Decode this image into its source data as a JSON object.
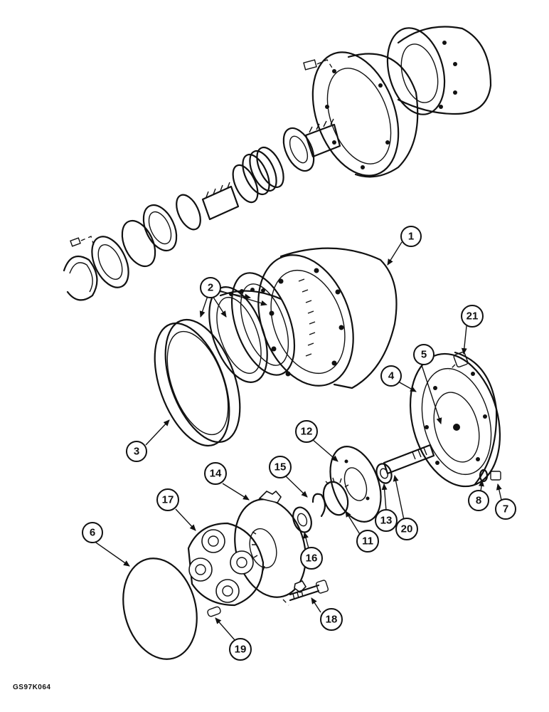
{
  "figure_code": "GS97K064",
  "callouts": [
    {
      "label": "1"
    },
    {
      "label": "2"
    },
    {
      "label": "3"
    },
    {
      "label": "4"
    },
    {
      "label": "5"
    },
    {
      "label": "6"
    },
    {
      "label": "7"
    },
    {
      "label": "8"
    },
    {
      "label": "11"
    },
    {
      "label": "12"
    },
    {
      "label": "13"
    },
    {
      "label": "14"
    },
    {
      "label": "15"
    },
    {
      "label": "16"
    },
    {
      "label": "17"
    },
    {
      "label": "18"
    },
    {
      "label": "19"
    },
    {
      "label": "20"
    },
    {
      "label": "21"
    }
  ]
}
